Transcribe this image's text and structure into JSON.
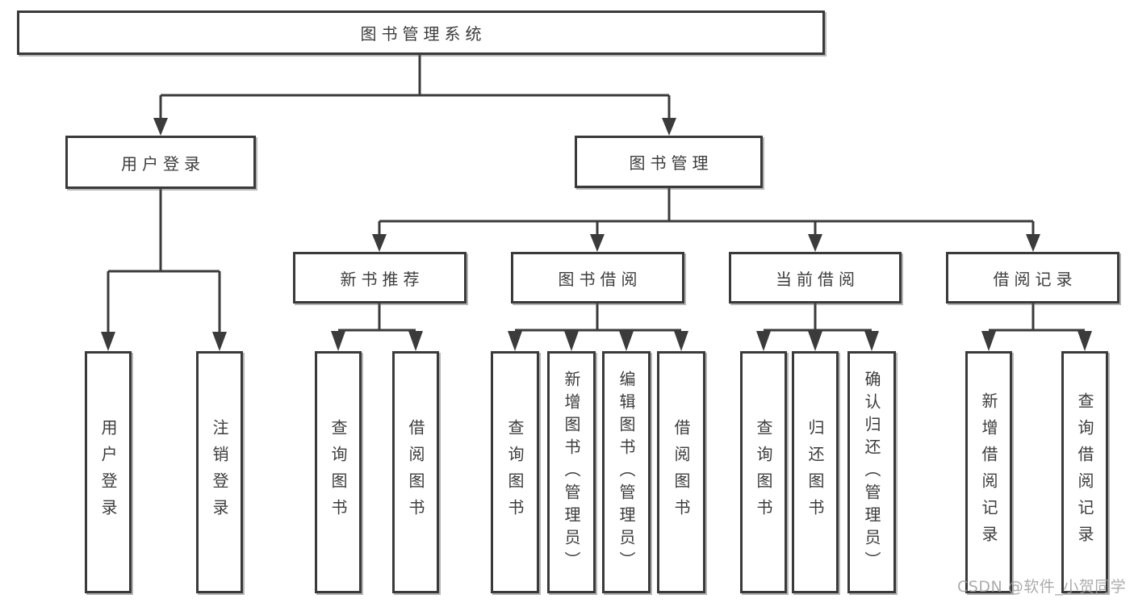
{
  "diagram": {
    "type": "hierarchy-tree",
    "title": "图书管理系统",
    "nodes": {
      "root": "图书管理系统",
      "user_login": "用户登录",
      "book_mgmt": "图书管理",
      "new_books": "新书推荐",
      "book_borrow": "图书借阅",
      "current_borrow": "当前借阅",
      "borrow_records": "借阅记录",
      "leaf_user_login": "用户登录",
      "leaf_logout": "注销登录",
      "leaf_nb_query": "查询图书",
      "leaf_nb_borrow": "借阅图书",
      "leaf_bb_query": "查询图书",
      "leaf_bb_add": "新增图书（管理员）",
      "leaf_bb_edit": "编辑图书（管理员）",
      "leaf_bb_borrow": "借阅图书",
      "leaf_cb_query": "查询图书",
      "leaf_cb_return": "归还图书",
      "leaf_cb_confirm": "确认归还（管理员）",
      "leaf_rec_add": "新增借阅记录",
      "leaf_rec_query": "查询借阅记录"
    },
    "edges": [
      [
        "图书管理系统",
        "用户登录"
      ],
      [
        "图书管理系统",
        "图书管理"
      ],
      [
        "用户登录",
        "用户登录"
      ],
      [
        "用户登录",
        "注销登录"
      ],
      [
        "图书管理",
        "新书推荐"
      ],
      [
        "图书管理",
        "图书借阅"
      ],
      [
        "图书管理",
        "当前借阅"
      ],
      [
        "图书管理",
        "借阅记录"
      ],
      [
        "新书推荐",
        "查询图书"
      ],
      [
        "新书推荐",
        "借阅图书"
      ],
      [
        "图书借阅",
        "查询图书"
      ],
      [
        "图书借阅",
        "新增图书（管理员）"
      ],
      [
        "图书借阅",
        "编辑图书（管理员）"
      ],
      [
        "图书借阅",
        "借阅图书"
      ],
      [
        "当前借阅",
        "查询图书"
      ],
      [
        "当前借阅",
        "归还图书"
      ],
      [
        "当前借阅",
        "确认归还（管理员）"
      ],
      [
        "借阅记录",
        "新增借阅记录"
      ],
      [
        "借阅记录",
        "查询借阅记录"
      ]
    ],
    "colors": {
      "line": "#3b3b3b",
      "box_border": "#3a3a3a",
      "box_fill": "#ffffff",
      "text": "#3c3c3c",
      "watermark": "#9e9e9e"
    }
  },
  "watermark": "CSDN @软件_小贺同学"
}
